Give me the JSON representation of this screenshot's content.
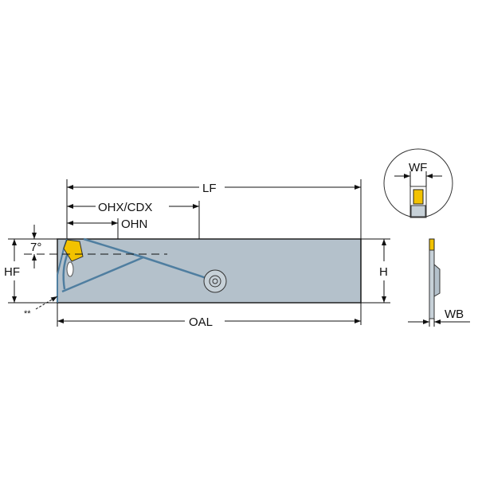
{
  "labels": {
    "lf": "LF",
    "ohx_cdx": "OHX/CDX",
    "ohn": "OHN",
    "angle": "7°",
    "hf": "HF",
    "oal": "OAL",
    "h": "H",
    "wf": "WF",
    "wb": "WB",
    "note": "**"
  },
  "colors": {
    "body": "#b4c1cb",
    "insert": "#f2c200",
    "lines": "#4f7ea0"
  }
}
